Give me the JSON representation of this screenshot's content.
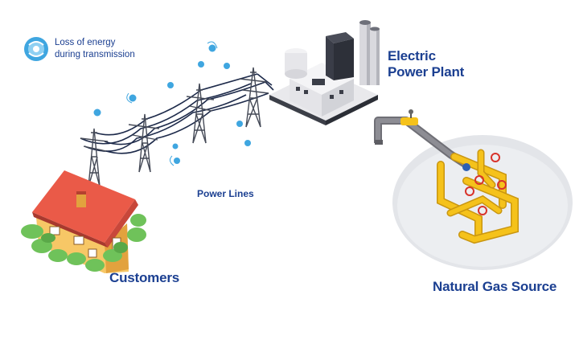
{
  "legend": {
    "icon": "energy-loss-orb-icon",
    "line1": "Loss of energy",
    "line2": "during transmission"
  },
  "labels": {
    "plant_line1": "Electric",
    "plant_line2": "Power Plant",
    "power_lines": "Power Lines",
    "customers": "Customers",
    "gas_source": "Natural Gas Source"
  },
  "colors": {
    "label_text": "#1b3f91",
    "energy_orb": "#3fa6e0",
    "pipe_yellow": "#f5c21b",
    "pipe_gray": "#7a7a80",
    "roof": "#e8584a",
    "house_wall": "#f7c766",
    "shrub": "#6fc25a",
    "ground_pad": "#e2e4e8"
  }
}
